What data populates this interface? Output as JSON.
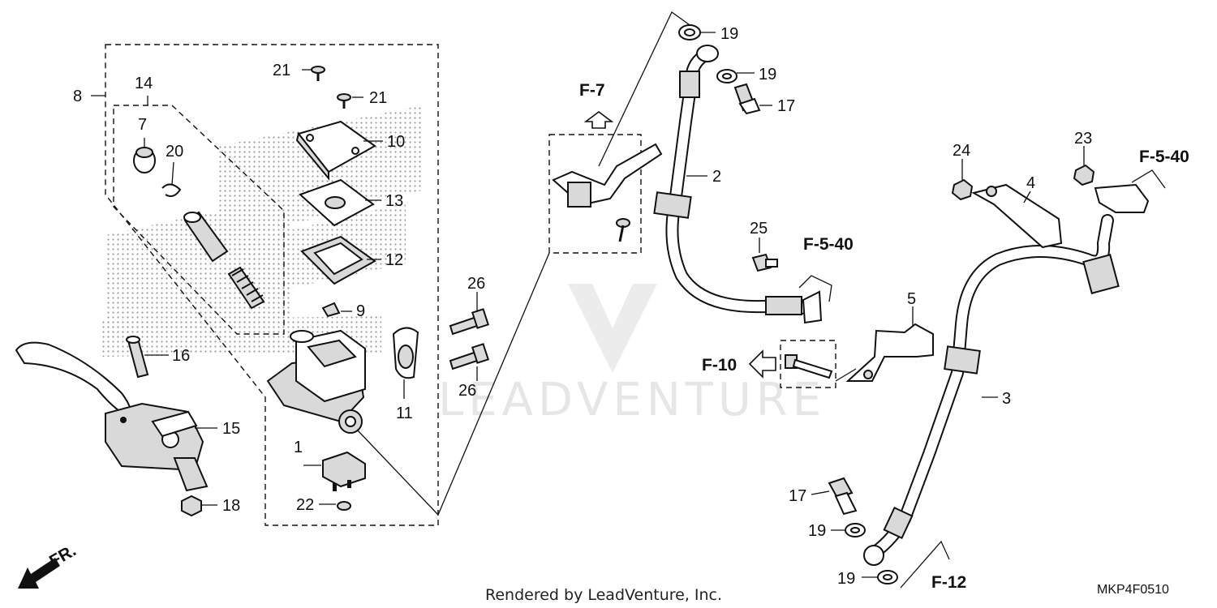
{
  "diagram": {
    "callouts": {
      "p1": "1",
      "p2": "2",
      "p3": "3",
      "p4": "4",
      "p5": "5",
      "p7": "7",
      "p8": "8",
      "p9": "9",
      "p10": "10",
      "p11": "11",
      "p12": "12",
      "p13": "13",
      "p14": "14",
      "p15": "15",
      "p16": "16",
      "p17a": "17",
      "p17b": "17",
      "p18": "18",
      "p19a": "19",
      "p19b": "19",
      "p19c": "19",
      "p19d": "19",
      "p20": "20",
      "p21a": "21",
      "p21b": "21",
      "p22": "22",
      "p23": "23",
      "p24": "24",
      "p25": "25",
      "p26a": "26",
      "p26b": "26"
    },
    "refs": {
      "f7": "F-7",
      "f540a": "F-5-40",
      "f540b": "F-5-40",
      "f10": "F-10",
      "f12": "F-12"
    },
    "direction_label": "FR.",
    "watermark": "LEADVENTURE",
    "footer_caption": "Rendered by LeadVenture, Inc.",
    "diagram_code": "MKP4F0510"
  }
}
